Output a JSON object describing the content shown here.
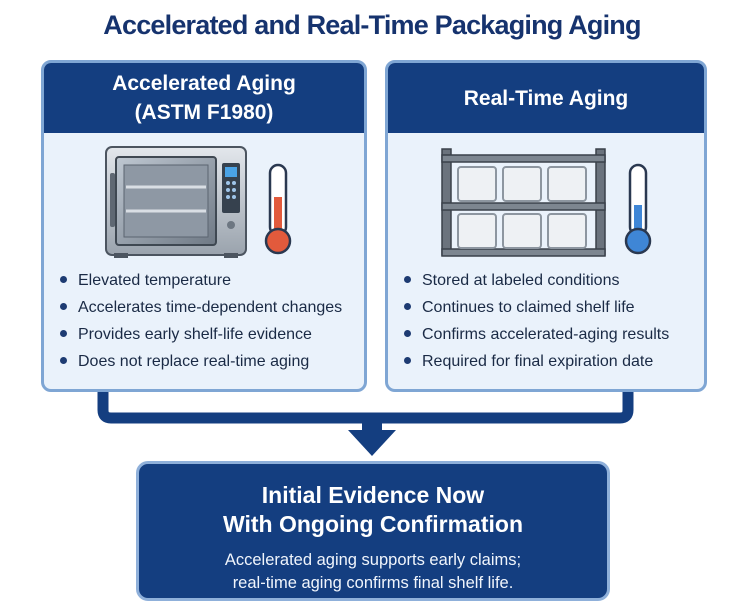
{
  "title": "Accelerated and Real-Time Packaging Aging",
  "colors": {
    "navy": "#143e80",
    "panel_bg": "#eaf2fb",
    "panel_border": "#7fa6d4",
    "hot": "#e25a3c",
    "cold": "#3f86d6"
  },
  "left_panel": {
    "heading_line1": "Accelerated Aging",
    "heading_line2": "(ASTM F1980)",
    "icons": [
      "aging-chamber-icon",
      "hot-thermometer-icon"
    ],
    "bullets": [
      "Elevated temperature",
      "Accelerates time-dependent changes",
      "Provides early shelf-life evidence",
      "Does not replace real-time aging"
    ]
  },
  "right_panel": {
    "heading": "Real-Time Aging",
    "icons": [
      "storage-shelf-icon",
      "cool-thermometer-icon"
    ],
    "bullets": [
      "Stored at labeled conditions",
      "Continues to claimed shelf life",
      "Confirms accelerated-aging results",
      "Required for final expiration date"
    ]
  },
  "summary": {
    "heading_line1": "Initial Evidence Now",
    "heading_line2": "With Ongoing Confirmation",
    "text_line1": "Accelerated aging supports early claims;",
    "text_line2": "real-time aging confirms final shelf life."
  }
}
